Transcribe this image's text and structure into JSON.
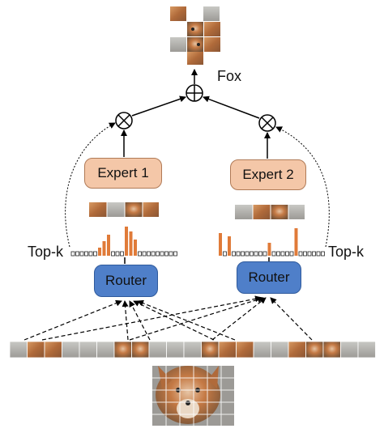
{
  "output": {
    "label": "Fox"
  },
  "experts": [
    {
      "label": "Expert 1"
    },
    {
      "label": "Expert 2"
    }
  ],
  "routers": [
    {
      "label": "Router"
    },
    {
      "label": "Router"
    }
  ],
  "topk": {
    "label": "Top-k"
  },
  "colors": {
    "expert_fill": "#f4c7a8",
    "router_fill": "#4f7fc9",
    "score_bar": "#e07b39",
    "arrow": "#000000"
  }
}
